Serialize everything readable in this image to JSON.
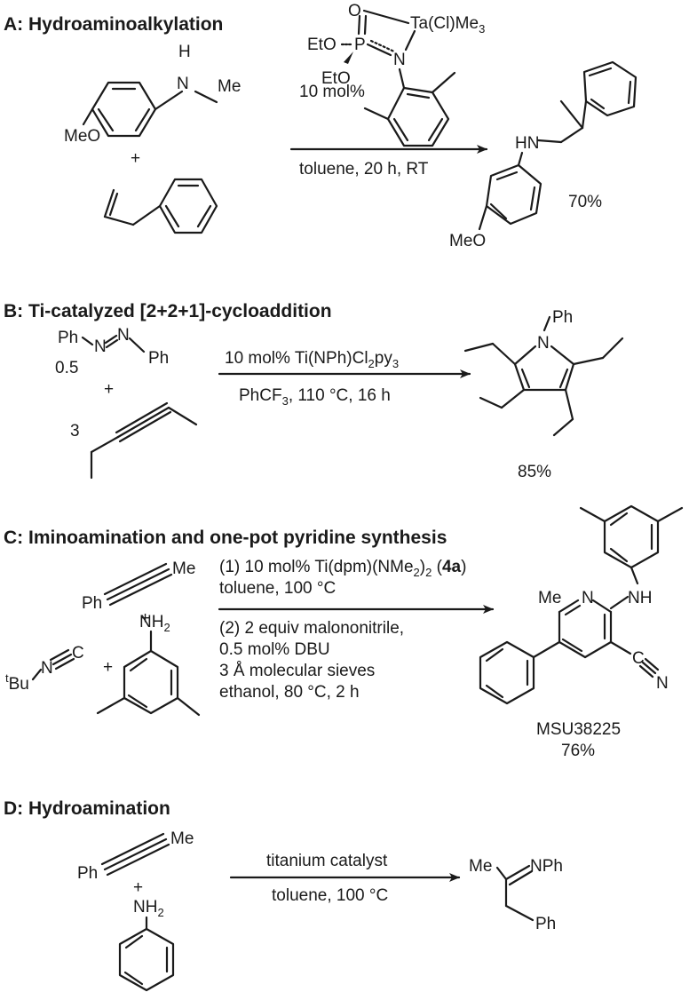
{
  "sections": {
    "a": {
      "title": "A: Hydroaminoalkylation",
      "reagent_nh": "H",
      "reagent_n": "N",
      "reagent_me": "Me",
      "reagent_meo": "MeO",
      "plus": "+",
      "catalyst_o": "O",
      "catalyst_ta": "Ta(Cl)Me",
      "catalyst_ta_sub": "3",
      "catalyst_eto1": "EtO",
      "catalyst_p": "P",
      "catalyst_eto2": "EtO",
      "catalyst_n": "N",
      "catalyst_loading": "10 mol%",
      "conditions": "toluene, 20 h, RT",
      "product_hn": "HN",
      "product_meo": "MeO",
      "yield": "70%"
    },
    "b": {
      "title": "B: Ti-catalyzed [2+2+1]-cycloaddition",
      "azo_ph1": "Ph",
      "azo_n1": "N",
      "azo_n2": "N",
      "azo_ph2": "Ph",
      "azo_equiv": "0.5",
      "plus": "+",
      "alkyne_equiv": "3",
      "cond_line1_pre": "10 mol% Ti(NPh)Cl",
      "cond_line1_sub1": "2",
      "cond_line1_mid": "py",
      "cond_line1_sub2": "3",
      "cond_line2_pre": "PhCF",
      "cond_line2_sub": "3",
      "cond_line2_post": ", 110 °C, 16 h",
      "product_ph": "Ph",
      "product_n": "N",
      "yield": "85%"
    },
    "c": {
      "title": "C: Iminoamination and one-pot pyridine synthesis",
      "alkyne_me": "Me",
      "alkyne_ph": "Ph",
      "plus1": "+",
      "iso_tbu_sup": "t",
      "iso_bu": "Bu",
      "iso_n": "N",
      "iso_c": "C",
      "plus2": "+",
      "aniline_nh": "NH",
      "aniline_sub": "2",
      "step1_pre": "(1) 10 mol% Ti(dpm)(NMe",
      "step1_sub": "2",
      "step1_mid": ")",
      "step1_sub2": "2",
      "step1_open": " (",
      "step1_bold": "4a",
      "step1_close": ")",
      "step1_line2": "toluene, 100 °C",
      "step2_line1": "(2) 2 equiv malononitrile,",
      "step2_line2": "0.5 mol% DBU",
      "step2_line3": "3 Å molecular sieves",
      "step2_line4": "ethanol, 80 °C, 2 h",
      "product_me": "Me",
      "product_n": "N",
      "product_nh": "NH",
      "product_cn_c": "C",
      "product_cn_n": "N",
      "compound_name": "MSU38225",
      "yield": "76%"
    },
    "d": {
      "title": "D: Hydroamination",
      "alkyne_me": "Me",
      "alkyne_ph": "Ph",
      "plus": "+",
      "aniline_nh": "NH",
      "aniline_sub": "2",
      "catalyst": "titanium catalyst",
      "conditions": "toluene, 100 °C",
      "product_me": "Me",
      "product_nph": "NPh",
      "product_ph": "Ph"
    }
  }
}
